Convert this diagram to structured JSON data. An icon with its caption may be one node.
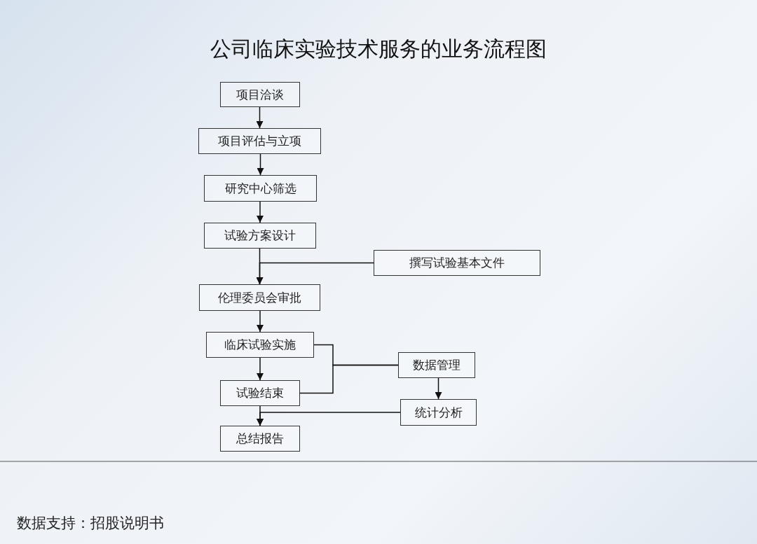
{
  "diagram": {
    "title": "公司临床实验技术服务的业务流程图",
    "nodes": [
      {
        "text": [
          "项目洽谈"
        ]
      },
      {
        "text": [
          "项目评估与立项"
        ]
      },
      {
        "text": [
          "研究中心筛选"
        ]
      },
      {
        "text": [
          "试验方案设计"
        ]
      },
      {
        "text": [
          "撰写试验基本文件"
        ]
      },
      {
        "text": [
          "伦理委员会审批"
        ]
      },
      {
        "text": [
          "临床试验实施"
        ]
      },
      {
        "text": [
          "数据管理"
        ]
      },
      {
        "text": [
          "试验结束"
        ]
      },
      {
        "text": [
          "统计分析"
        ]
      },
      {
        "text": [
          "总结报告"
        ]
      }
    ],
    "edges": [
      {
        "from": 0,
        "to": 1,
        "arrow": "to"
      },
      {
        "from": 1,
        "to": 2,
        "arrow": "to"
      },
      {
        "from": 2,
        "to": 3,
        "arrow": "to"
      },
      {
        "from": 3,
        "to": 5,
        "arrow": "to"
      },
      {
        "from": 4,
        "to": 5,
        "arrow": "to"
      },
      {
        "from": 5,
        "to": 6,
        "arrow": "to"
      },
      {
        "from": 6,
        "to": 8,
        "arrow": "to"
      },
      {
        "from": 6,
        "to": 7,
        "arrow": "none"
      },
      {
        "from": 8,
        "to": 7,
        "arrow": "none"
      },
      {
        "from": 7,
        "to": 9,
        "arrow": "to"
      },
      {
        "from": 8,
        "to": 10,
        "arrow": "to"
      },
      {
        "from": 9,
        "to": 10,
        "arrow": "to"
      }
    ],
    "labels": [
      "数据支持：招股说明书"
    ]
  }
}
